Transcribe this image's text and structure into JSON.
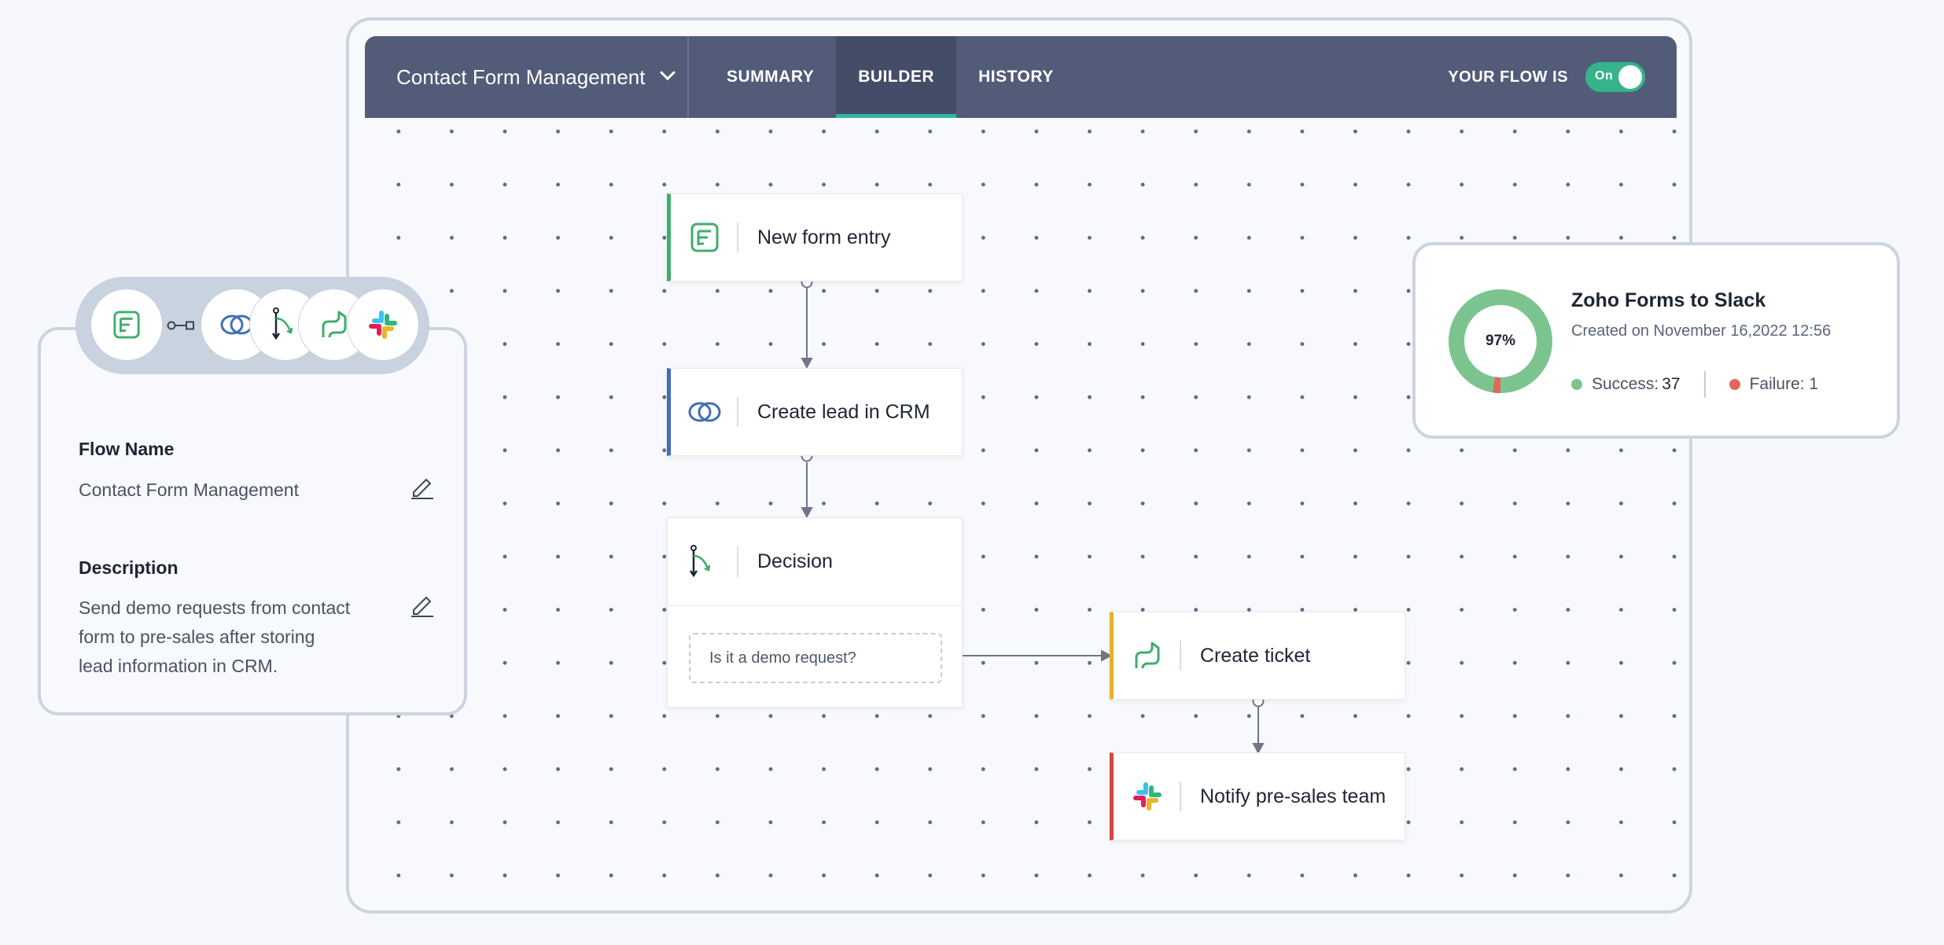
{
  "header": {
    "flow_name": "Contact Form Management",
    "tabs": [
      {
        "label": "SUMMARY"
      },
      {
        "label": "BUILDER"
      },
      {
        "label": "HISTORY"
      }
    ],
    "active_tab": "BUILDER",
    "toggle_label": "YOUR FLOW IS",
    "toggle_state": "On"
  },
  "nodes": {
    "trigger": {
      "title": "New form entry",
      "icon": "forms-icon"
    },
    "crm": {
      "title": "Create lead in CRM",
      "icon": "crm-icon"
    },
    "decision": {
      "title": "Decision",
      "icon": "decision-icon",
      "condition": "Is it a demo request?"
    },
    "ticket": {
      "title": "Create ticket",
      "icon": "desk-icon"
    },
    "notify": {
      "title": "Notify pre-sales team",
      "icon": "slack-icon"
    }
  },
  "info": {
    "flow_name_label": "Flow Name",
    "flow_name_value": "Contact Form Management",
    "description_label": "Description",
    "description_lines": [
      "Send demo requests from contact",
      "form to pre-sales after storing",
      "lead information in CRM."
    ],
    "apps": [
      "forms-icon",
      "crm-icon",
      "decision-icon",
      "desk-icon",
      "slack-icon"
    ]
  },
  "stats": {
    "name": "Zoho Forms to Slack",
    "created": "Created on November 16,2022 12:56",
    "success_rate": "97%",
    "success_fraction": 0.97,
    "success_label": "Success: ",
    "success_count": "37",
    "failure_label": "Failure: 1"
  },
  "colors": {
    "header_bg": "#525c78",
    "accent": "#33b5a6",
    "toggle_on": "#36b38a",
    "success": "#7cc48f",
    "failure": "#e0685a"
  }
}
